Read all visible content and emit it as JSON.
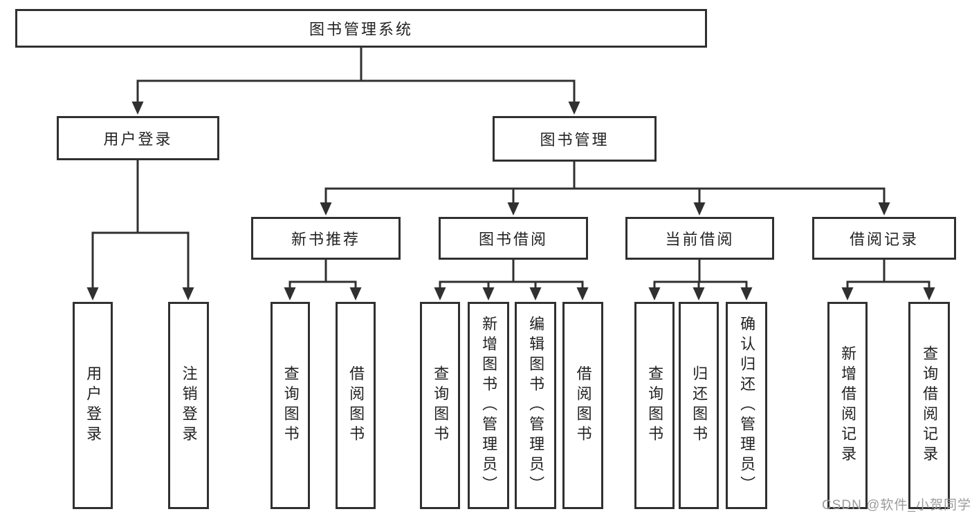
{
  "tree": {
    "label": "图书管理系统",
    "children": [
      {
        "label": "用户登录",
        "children": [
          {
            "label": "用户登录"
          },
          {
            "label": "注销登录"
          }
        ]
      },
      {
        "label": "图书管理",
        "children": [
          {
            "label": "新书推荐",
            "children": [
              {
                "label": "查询图书"
              },
              {
                "label": "借阅图书"
              }
            ]
          },
          {
            "label": "图书借阅",
            "children": [
              {
                "label": "查询图书"
              },
              {
                "label": "新增图书（管理员）"
              },
              {
                "label": "编辑图书（管理员）"
              },
              {
                "label": "借阅图书"
              }
            ]
          },
          {
            "label": "当前借阅",
            "children": [
              {
                "label": "查询图书"
              },
              {
                "label": "归还图书"
              },
              {
                "label": "确认归还（管理员）"
              }
            ]
          },
          {
            "label": "借阅记录",
            "children": [
              {
                "label": "新增借阅记录"
              },
              {
                "label": "查询借阅记录"
              }
            ]
          }
        ]
      }
    ]
  },
  "watermark": "CSDN @软件_小贺同学",
  "colors": {
    "line": "#303030",
    "text": "#222222",
    "box_background": "#ffffff",
    "page_background": "#ffffff",
    "watermark": "#9b9b9b"
  }
}
